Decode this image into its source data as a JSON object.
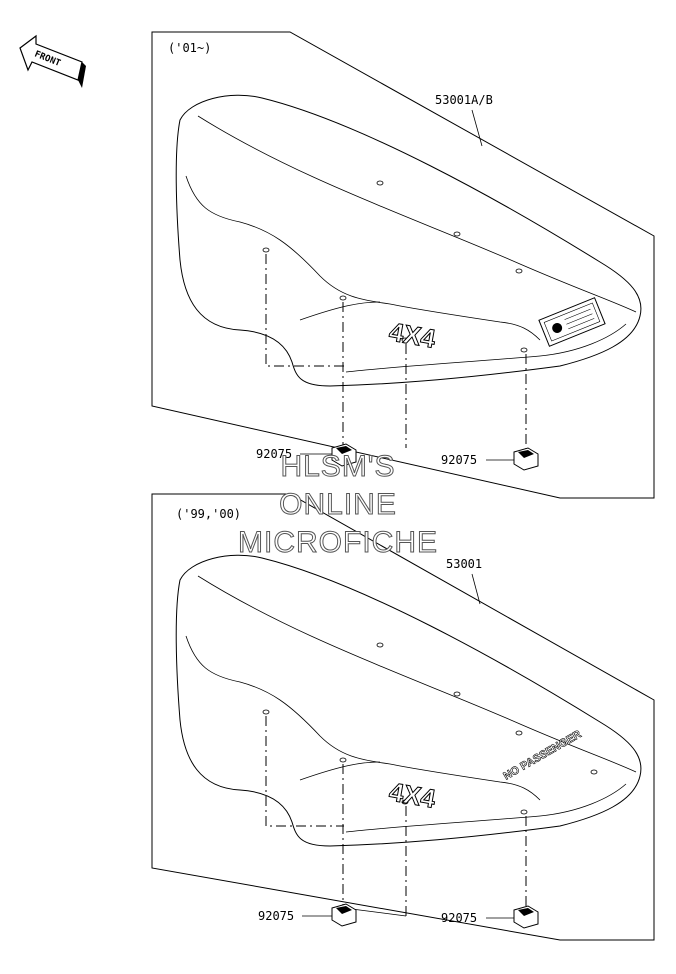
{
  "front_label": "FRONT",
  "top_panel": {
    "year_label": "('01~)",
    "seat_part": "53001A/B",
    "left_clip_part": "92075",
    "right_clip_part": "92075",
    "seat_emblem": "4X4"
  },
  "bottom_panel": {
    "year_label": "('99,'00)",
    "seat_part": "53001",
    "left_clip_part": "92075",
    "right_clip_part": "92075",
    "seat_emblem": "4X4",
    "seat_decal": "NO PASSENGER"
  },
  "watermark": {
    "line1": "HLSM'S",
    "line2": "ONLINE",
    "line3": "MICROFICHE"
  }
}
